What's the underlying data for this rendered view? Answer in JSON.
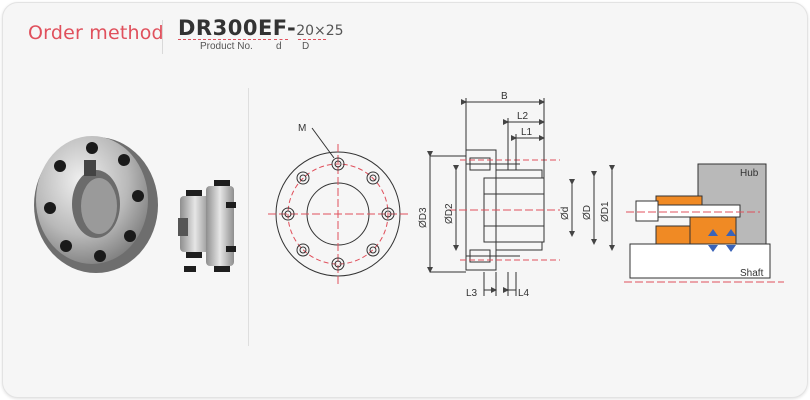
{
  "header": {
    "title": "Order method",
    "code": "DR300EF-",
    "dims": "20×25",
    "captions": [
      "Product No.",
      "d",
      "D"
    ]
  },
  "front_view": {
    "label_m": "M"
  },
  "side_view": {
    "dims": [
      "B",
      "L2",
      "L1",
      "ØD3",
      "ØD2",
      "Ød",
      "ØD",
      "ØD1",
      "L3",
      "L4"
    ]
  },
  "detail_view": {
    "hub": "Hub",
    "shaft": "Shaft"
  },
  "colors": {
    "accent": "#e0505c",
    "orange": "#f08a24",
    "blue": "#3a63b8"
  }
}
